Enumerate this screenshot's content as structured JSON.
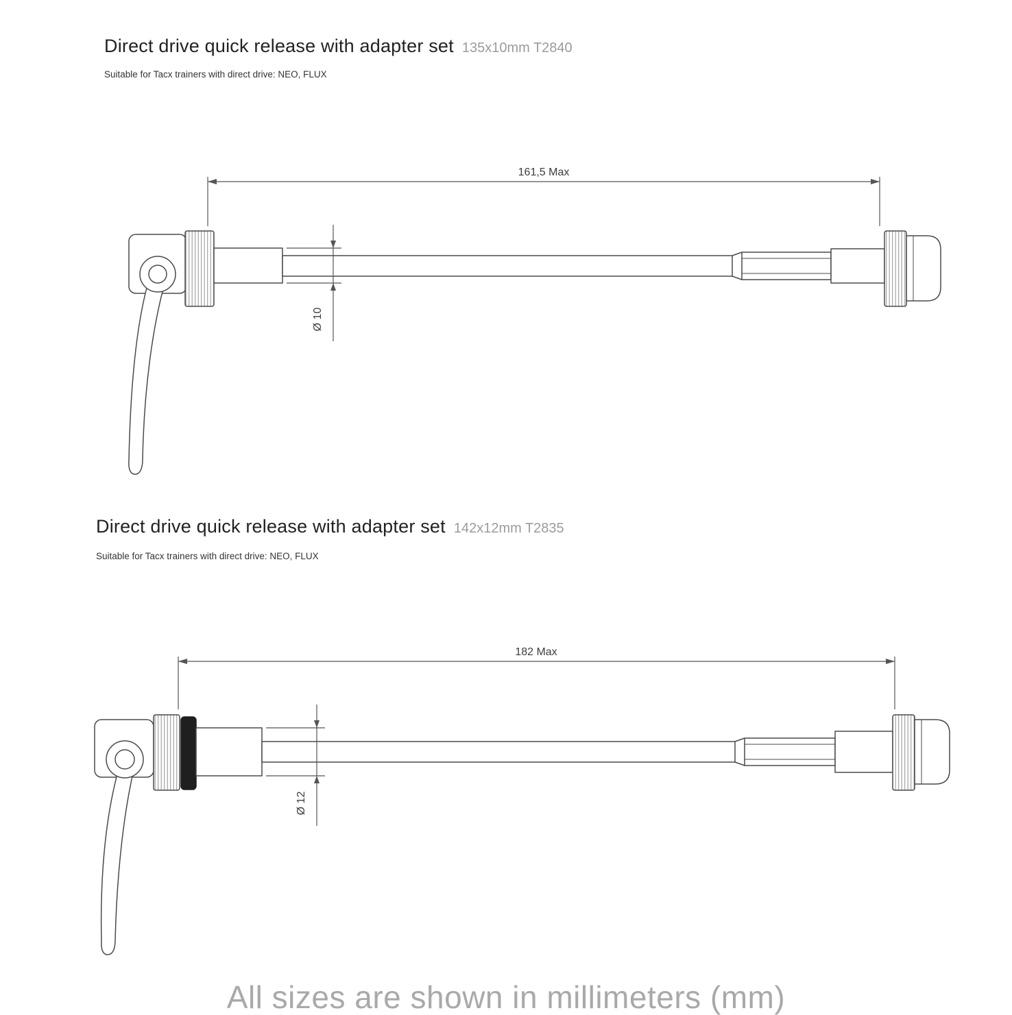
{
  "sections": [
    {
      "title": "Direct drive quick release with adapter set",
      "variant": "135x10mm T2840",
      "subtitle": "Suitable for Tacx trainers with direct drive: NEO, FLUX",
      "dims": {
        "length": "161,5 Max",
        "diameter": "Ø 10"
      }
    },
    {
      "title": "Direct drive quick release with adapter set",
      "variant": "142x12mm T2835",
      "subtitle": "Suitable for Tacx trainers with direct drive: NEO, FLUX",
      "dims": {
        "length": "182 Max",
        "diameter": "Ø 12"
      }
    }
  ],
  "page": {
    "footer": "All sizes are shown in millimeters (mm)"
  },
  "colors": {
    "line": "#4a4a4a",
    "dimension": "#555555",
    "title": "#222222",
    "variant": "#9b9b9b",
    "footer": "#a9a9a9",
    "background": "#ffffff"
  }
}
